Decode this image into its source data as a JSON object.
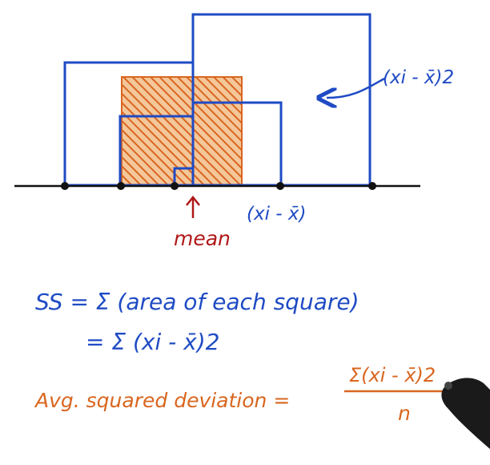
{
  "annotation_square": {
    "text": "(xi - x̄)2"
  },
  "annotation_axis": {
    "text": "(xi - x̄)"
  },
  "mean_label": "mean",
  "formulas": {
    "line1": "SS = Σ (area of each square)",
    "line2": "= Σ (xi - x̄)2",
    "avg_label": "Avg. squared deviation =",
    "avg_numerator": "Σ(xi - x̄)2",
    "avg_denominator": "n"
  },
  "colors": {
    "blue": "#1f4bc4",
    "orange": "#d9661f",
    "red": "#b01818",
    "axis": "#111111"
  }
}
